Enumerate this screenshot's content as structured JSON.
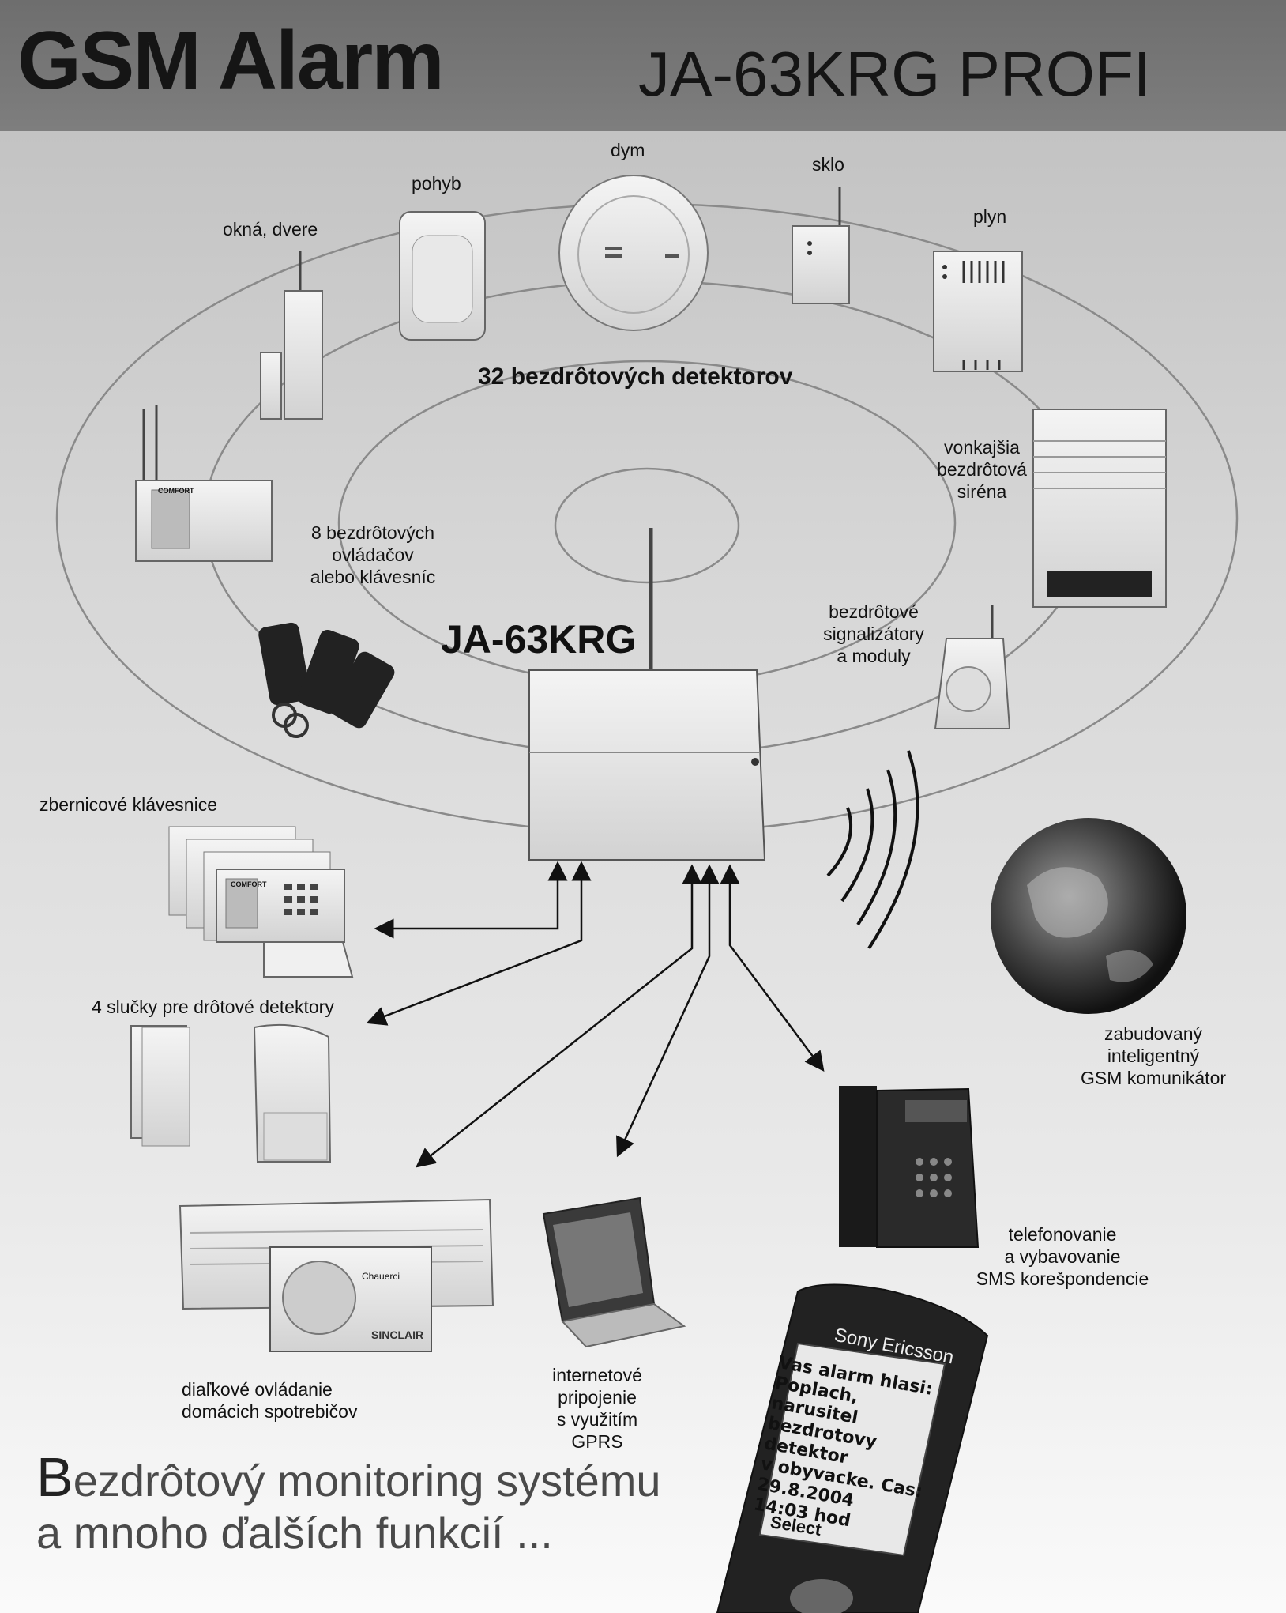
{
  "header": {
    "title": "GSM Alarm",
    "model": "JA-63KRG  PROFI"
  },
  "labels": {
    "smoke": "dym",
    "glass": "sklo",
    "motion": "pohyb",
    "gas": "plyn",
    "door_window": "okná, dvere",
    "wireless_detectors": "32 bezdrôtových detektorov",
    "siren": [
      "vonkajšia",
      "bezdrôtová",
      "siréna"
    ],
    "controllers": [
      "8 bezdrôtových",
      "ovládačov",
      "alebo klávesníc"
    ],
    "center_unit": "JA-63KRG",
    "signalizers": [
      "bezdrôtové",
      "signalizátory",
      "a moduly"
    ],
    "bus_keypads": "zbernicové klávesnice",
    "loops": "4 slučky pre drôtové detektory",
    "gsm": [
      "zabudovaný",
      "inteligentný",
      "GSM komunikátor"
    ],
    "phone_calls": [
      "telefonovanie",
      "a vybavovanie",
      "SMS korešpondencie"
    ],
    "appliances": [
      "diaľkové ovládanie",
      "domácich spotrebičov"
    ],
    "internet": [
      "internetové",
      "pripojenie",
      "s využitím",
      "GPRS"
    ]
  },
  "device_text": {
    "keypad_brand": "COMFORT",
    "ac_brand": "SINCLAIR",
    "ac_logo": "Chauerci",
    "phone_brand": "Sony Ericsson",
    "sms_lines": [
      "Vas alarm hlasi:",
      "Poplach, narusitel",
      "bezdrotovy detektor",
      "v obyvacke. Cas:",
      "29.8.2004",
      "14:03 hod"
    ],
    "phone_softkey": "Select"
  },
  "footer": {
    "line1_initial": "B",
    "line1_rest": "ezdrôtový monitoring systému",
    "line2": "a mnoho ďalších funkcií ..."
  },
  "colors": {
    "header_bg": "#727272",
    "text": "#111111",
    "footer_text": "#4a4a4a"
  }
}
